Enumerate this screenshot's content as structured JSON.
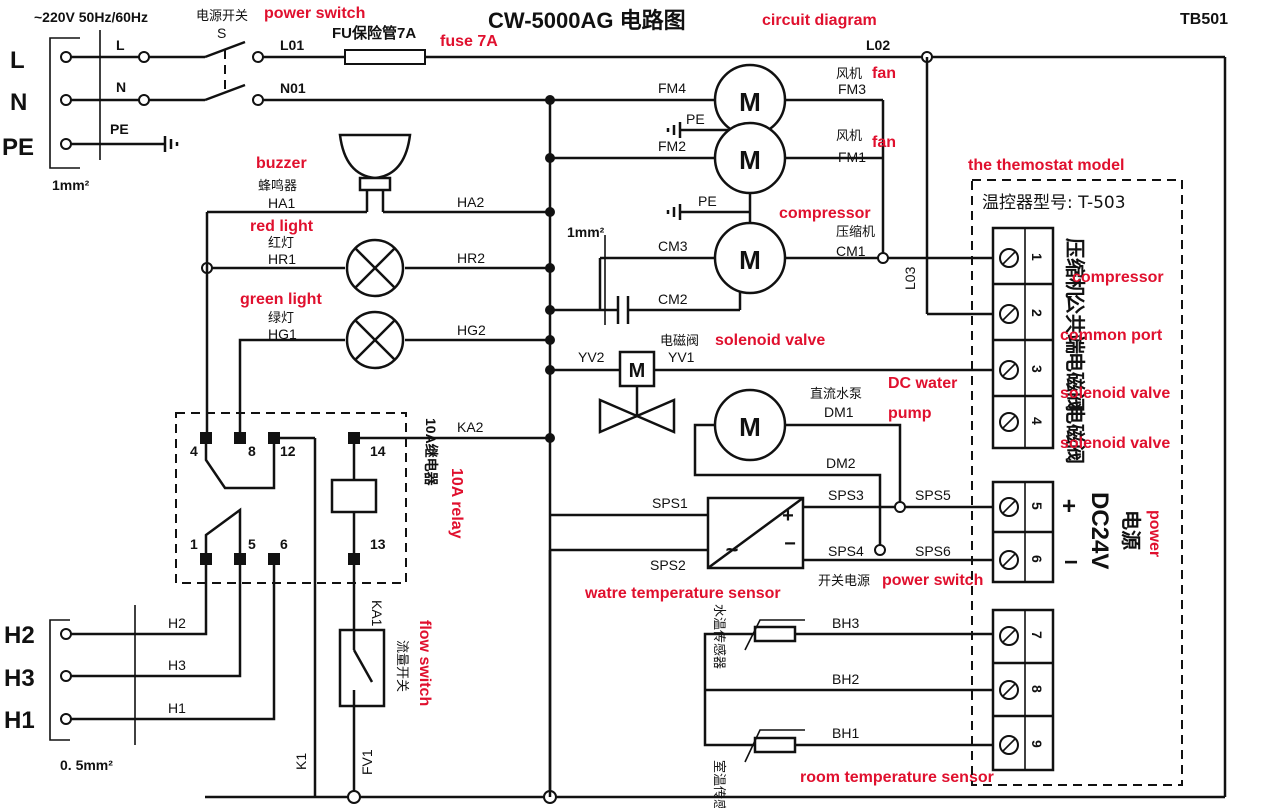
{
  "header": {
    "supply": "~220V 50Hz/60Hz",
    "title": "CW-5000AG 电路图",
    "title_en": "circuit diagram",
    "code": "TB501"
  },
  "mains": {
    "L": "L",
    "N": "N",
    "PE": "PE",
    "l_small": "L",
    "n_small": "N",
    "pe_small": "PE",
    "wire_gauge": "1mm²"
  },
  "switch": {
    "cn": "电源开关",
    "en": "power switch",
    "ref": "S"
  },
  "fuse": {
    "label": "FU保险管7A",
    "en": "fuse 7A"
  },
  "nodes": {
    "L01": "L01",
    "N01": "N01",
    "L02": "L02",
    "L03": "L03",
    "FM4": "FM4",
    "FM3": "FM3",
    "FM2": "FM2",
    "FM1": "FM1",
    "PE_a": "PE",
    "PE_b": "PE",
    "CM3": "CM3",
    "CM2": "CM2",
    "CM1": "CM1",
    "HA1": "HA1",
    "HA2": "HA2",
    "HR1": "HR1",
    "HR2": "HR2",
    "HG1": "HG1",
    "HG2": "HG2",
    "KA2": "KA2",
    "KA1": "KA1",
    "YV1": "YV1",
    "YV2": "YV2",
    "DM1": "DM1",
    "DM2": "DM2",
    "SPS1": "SPS1",
    "SPS2": "SPS2",
    "SPS3": "SPS3",
    "SPS4": "SPS4",
    "SPS5": "SPS5",
    "SPS6": "SPS6",
    "BH1": "BH1",
    "BH2": "BH2",
    "BH3": "BH3",
    "H1": "H1",
    "H2": "H2",
    "H3": "H3",
    "K1": "K1",
    "FV1": "FV1",
    "cap_gauge": "1mm²",
    "h_gauge": "0. 5mm²"
  },
  "components": {
    "fan_cn_1": "风机",
    "fan_en_1": "fan",
    "fan_cn_2": "风机",
    "fan_en_2": "fan",
    "compressor_cn": "压缩机",
    "compressor_en": "compressor",
    "buzzer_cn": "蜂鸣器",
    "buzzer_en": "buzzer",
    "red_cn": "红灯",
    "red_en": "red light",
    "green_cn": "绿灯",
    "green_en": "green light",
    "valve_cn": "电磁阀",
    "valve_en": "solenoid valve",
    "pump_cn": "直流水泵",
    "pump_en_1": "DC water",
    "pump_en_2": "pump",
    "psu_cn": "开关电源",
    "psu_en": "power switch",
    "water_sensor_cn": "水温传感器",
    "water_sensor_en": "watre temperature  sensor",
    "room_sensor_cn": "室温传感器",
    "room_sensor_en": "room temperature sensor",
    "relay_cn": "10A继电器",
    "relay_en": "10A relay",
    "flow_cn": "流量开关",
    "flow_en": "flow switch",
    "motor_letter": "M"
  },
  "relay_pins": [
    "4",
    "8",
    "12",
    "14",
    "1",
    "5",
    "6",
    "13"
  ],
  "thermostat": {
    "en": "the themostat model",
    "model": "温控器型号: T-503",
    "pins": [
      "1",
      "2",
      "3",
      "4",
      "5",
      "6",
      "7",
      "8",
      "9"
    ],
    "cn_1": "压缩机",
    "en_1": "compressor",
    "cn_2": "公共端",
    "en_2": "common port",
    "cn_3": "电磁阀",
    "en_3": "solenoid valve",
    "cn_4": "电磁阀",
    "en_4": "solenoid valve",
    "plus": "+",
    "minus": "−",
    "dc": "DC24V",
    "power_cn": "电源",
    "power_en": "power"
  }
}
